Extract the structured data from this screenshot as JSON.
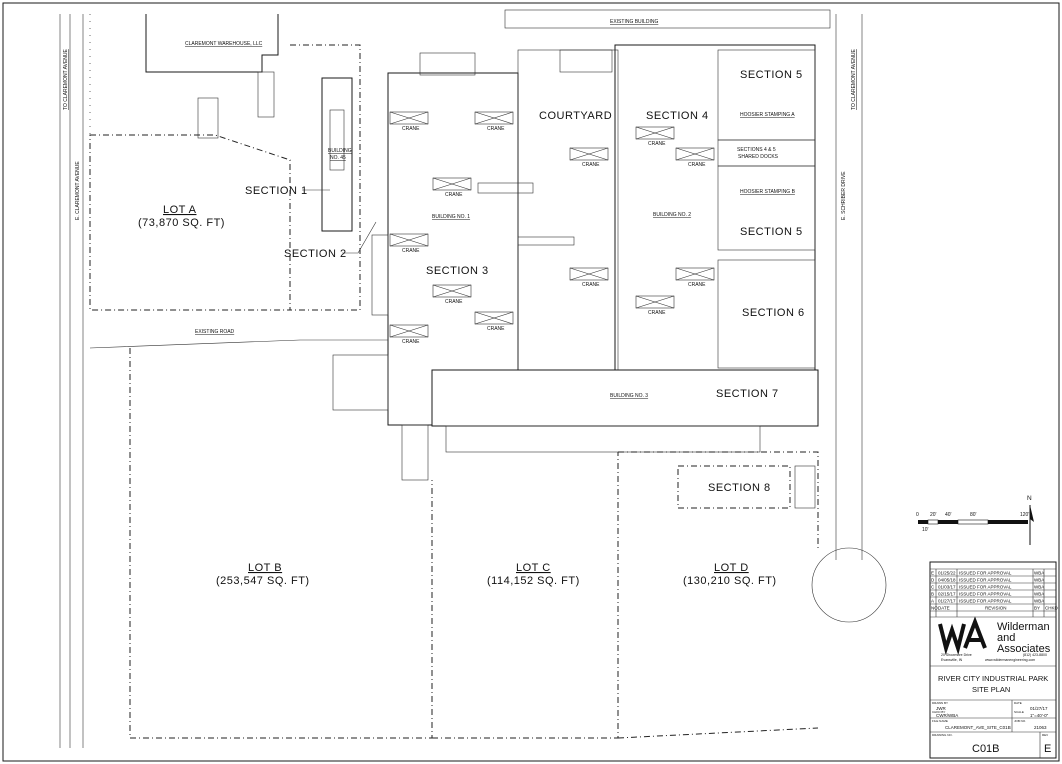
{
  "drawing": {
    "top_labels": {
      "existing_building": "EXISTING BUILDING",
      "claremont_warehouse": "CLAREMONT WAREHOUSE, LLC",
      "existing_road": "EXISTING ROAD"
    },
    "streets": {
      "left_1": "TO CLAREMONT AVENUE",
      "left_2": "E. CLAREMONT AVENUE",
      "right_1": "TO CLAREMONT AVENUE",
      "right_2": "E. SCHRIBER DRIVE"
    },
    "sections": {
      "s1": "SECTION 1",
      "s2": "SECTION 2",
      "s3": "SECTION 3",
      "s4": "SECTION 4",
      "s5a": "SECTION 5",
      "s5b": "SECTION 5",
      "s6": "SECTION 6",
      "s7": "SECTION 7",
      "s8": "SECTION 8",
      "courtyard": "COURTYARD"
    },
    "buildings": {
      "b1": "BUILDING NO. 1",
      "b2": "BUILDING NO. 2",
      "b3": "BUILDING NO. 3",
      "b45_l1": "BUILDING",
      "b45_l2": "NO. 45"
    },
    "tenants": {
      "hoosier_a": "HOOSIER STAMPING A",
      "hoosier_b": "HOOSIER STAMPING B",
      "shared_1": "SECTIONS 4 & 5",
      "shared_2": "SHARED DOCKS"
    },
    "crane_label": "CRANE",
    "lots": [
      {
        "name": "LOT A",
        "area": "(73,870 SQ. FT)"
      },
      {
        "name": "LOT B",
        "area": "(253,547 SQ. FT)"
      },
      {
        "name": "LOT C",
        "area": "(114,152 SQ. FT)"
      },
      {
        "name": "LOT D",
        "area": "(130,210 SQ. FT)"
      }
    ],
    "scale": {
      "t0": "0",
      "t20": "20'",
      "t40": "40'",
      "t80": "80'",
      "t120": "120'",
      "t10": "10'"
    },
    "north": "N"
  },
  "title_block": {
    "revisions": [
      {
        "rev": "E",
        "date": "01/25/22",
        "desc": "ISSUED FOR APPROVAL",
        "by": "WBA"
      },
      {
        "rev": "D",
        "date": "04/05/18",
        "desc": "ISSUED FOR APPROVAL",
        "by": "WBA"
      },
      {
        "rev": "C",
        "date": "01/03/17",
        "desc": "ISSUED FOR APPROVAL",
        "by": "WBA"
      },
      {
        "rev": "B",
        "date": "02/15/17",
        "desc": "ISSUED FOR APPROVAL",
        "by": "WBA"
      },
      {
        "rev": "A",
        "date": "01/27/17",
        "desc": "ISSUED FOR APPROVAL",
        "by": "WBA"
      }
    ],
    "rev_header": {
      "no": "NO.",
      "date": "DATE",
      "revision": "REVISION",
      "by": "BY",
      "chkd": "CHKD"
    },
    "firm_line1": "Wilderman",
    "firm_line2": "and",
    "firm_line3": "Associates",
    "address1": "20 Showmore Drive",
    "address2": "Evansville, IN",
    "phone": "(812) 423-8800",
    "web": "www.wildermanengineering.com",
    "project_line1": "RIVER CITY INDUSTRIAL PARK",
    "project_line2": "SITE PLAN",
    "drawn_by_lbl": "DRAWN BY",
    "drawn_by": "JWR",
    "date_lbl": "DATE",
    "date": "01/27/17",
    "checked_lbl": "CHKD BY",
    "checked": "CWR/WBA",
    "scale_lbl": "SCALE",
    "scale": "1\"=40'-0\"",
    "file_lbl": "FILE NAME",
    "file": "CLAREMONT_AVE_SITE_C01B",
    "job_lbl": "JOB NO.",
    "job": "21063",
    "dwg_lbl": "DRAWING NO.",
    "drawing_no": "C01B",
    "rev_lbl": "REV",
    "rev": "E"
  }
}
